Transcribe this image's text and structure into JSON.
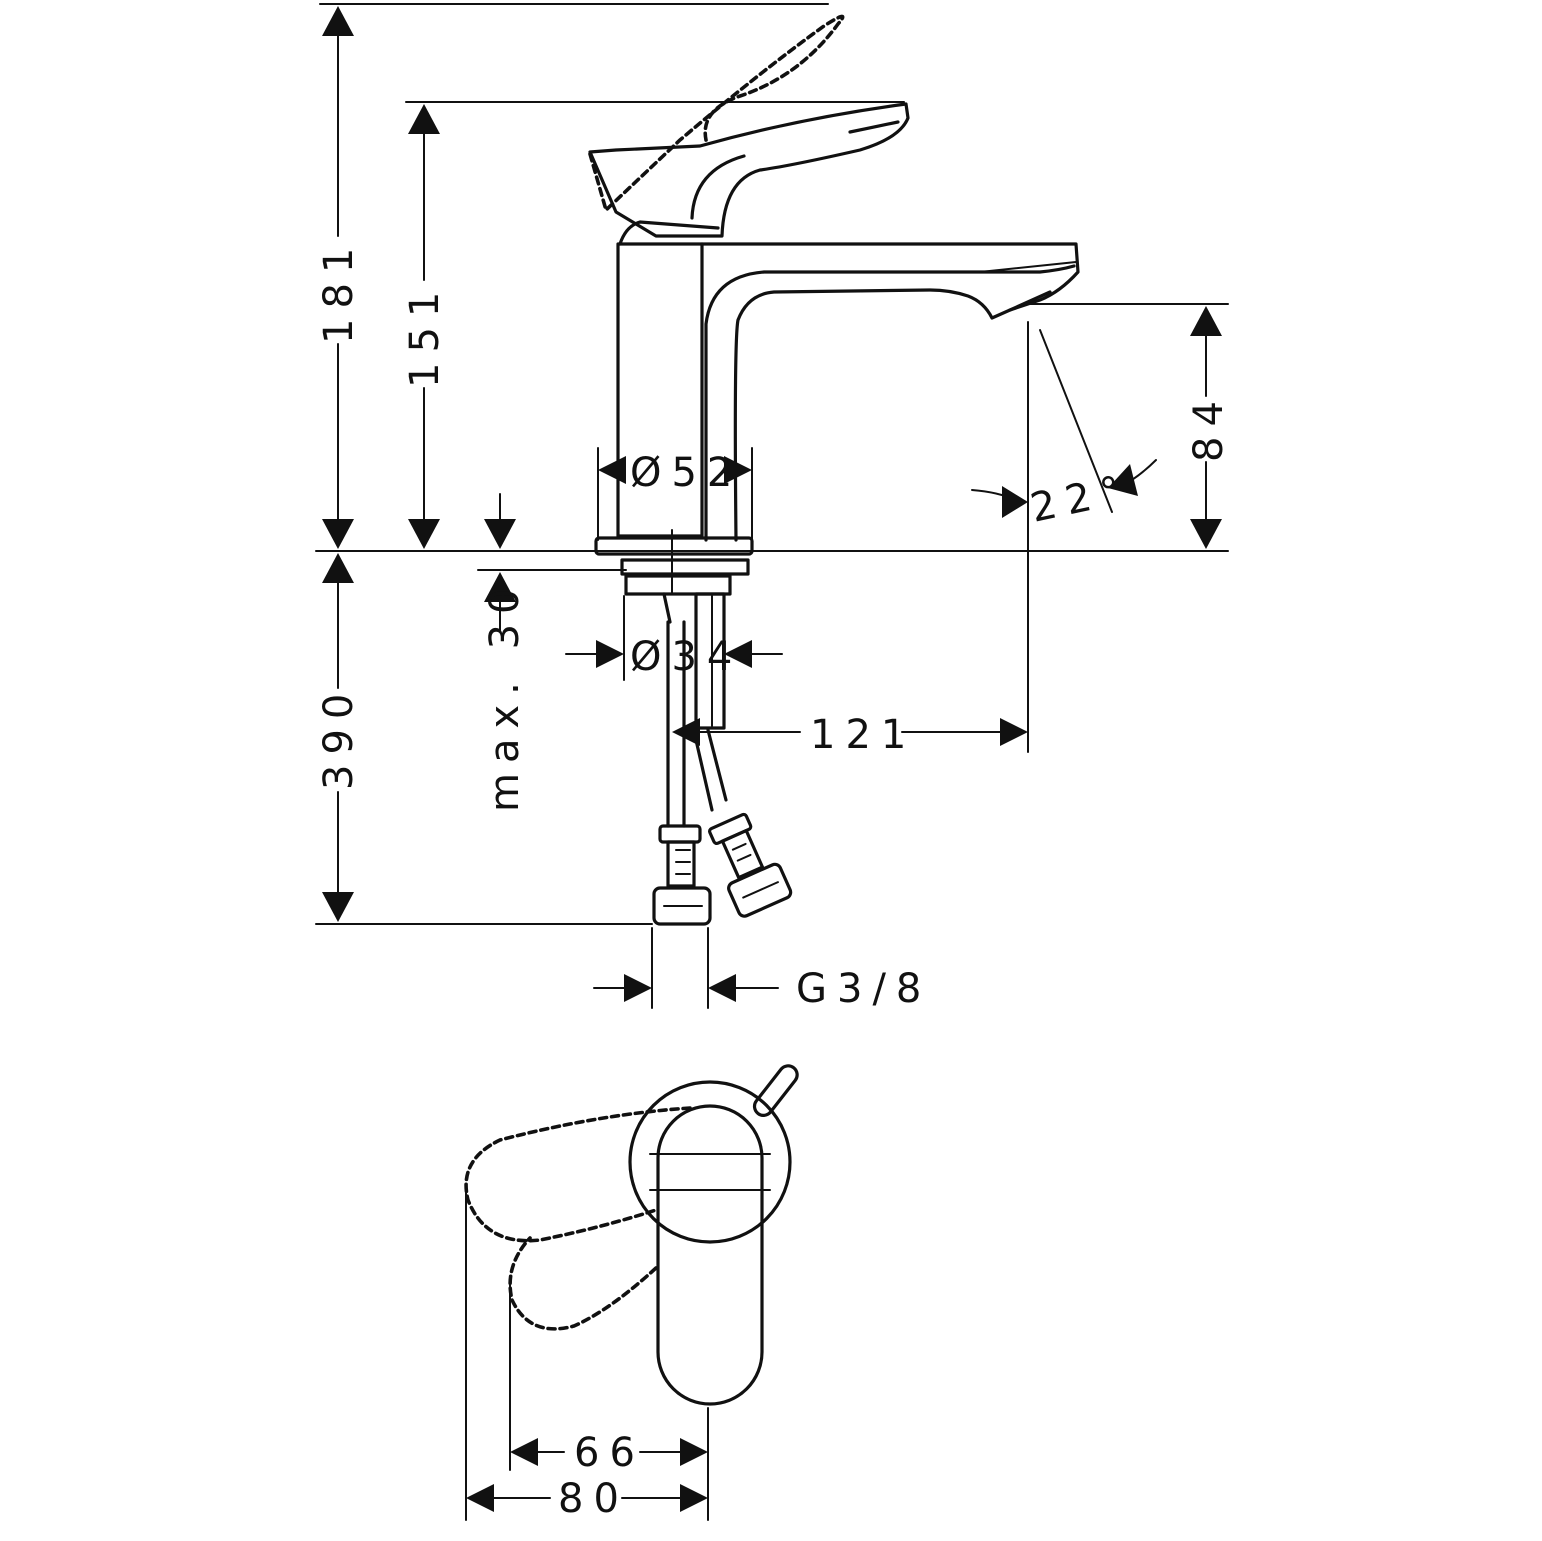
{
  "dimensions": {
    "overall_height": "181",
    "lever_height": "151",
    "spout_height": "84",
    "spray_angle": "22°",
    "body_diameter": "Ø52",
    "thread_diameter": "Ø34",
    "max_thickness": "max. 30",
    "hose_length": "390",
    "spout_reach": "121",
    "connection": "G3/8",
    "lever_swing_inner": "66",
    "lever_swing_outer": "80"
  }
}
